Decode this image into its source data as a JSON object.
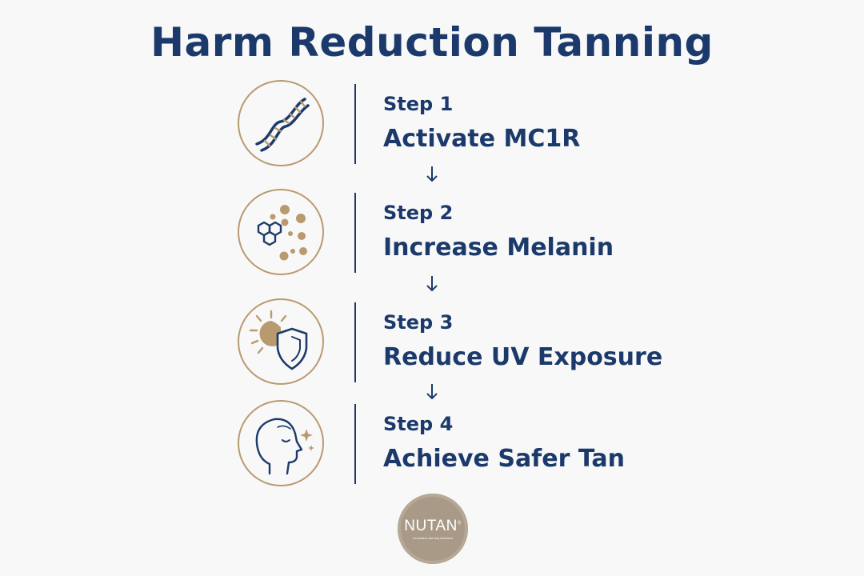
{
  "title": "Harm Reduction Tanning",
  "steps": [
    {
      "number": "Step 1",
      "label": "Activate MC1R",
      "icon": "dna-helix-icon"
    },
    {
      "number": "Step 2",
      "label": "Increase Melanin",
      "icon": "melanin-molecule-icon"
    },
    {
      "number": "Step 3",
      "label": "Reduce UV Exposure",
      "icon": "sun-shield-icon"
    },
    {
      "number": "Step 4",
      "label": "Achieve Safer Tan",
      "icon": "face-sparkle-icon"
    }
  ],
  "logo": {
    "name": "NUTAN",
    "mark": "®",
    "tagline": "innovative tanning solutions"
  },
  "colors": {
    "navy": "#1b3a6b",
    "gold": "#b89a6e",
    "logo_bg": "#a89a87",
    "background": "#f8f8f8"
  }
}
